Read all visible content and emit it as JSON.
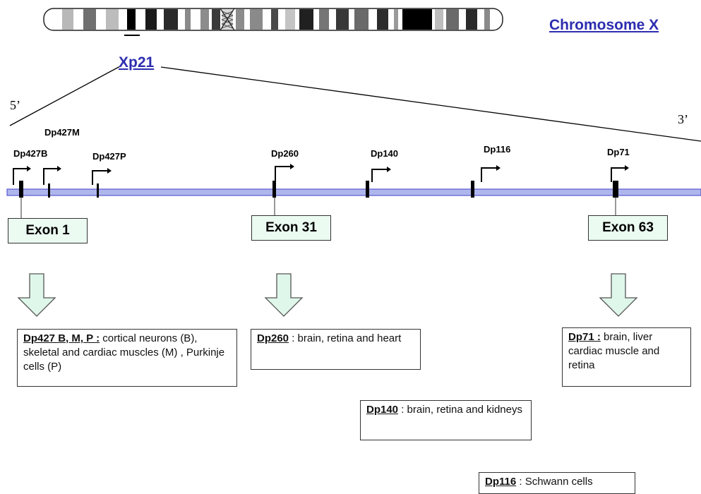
{
  "chromosome": {
    "title": "Chromosome X",
    "band": "Xp21"
  },
  "gene_ends": {
    "five_prime": "5’",
    "three_prime": "3’"
  },
  "promoters": [
    "Dp427M",
    "Dp427B",
    "Dp427P",
    "Dp260",
    "Dp140",
    "Dp116",
    "Dp71"
  ],
  "exons": [
    "Exon 1",
    "Exon 31",
    "Exon 63"
  ],
  "isoform_descriptions": [
    {
      "isoform": "Dp427 B, M, P :",
      "text": " cortical neurons (B), skeletal and cardiac muscles (M) , Purkinje cells (P)"
    },
    {
      "isoform": "Dp260",
      "text": " : brain, retina and heart"
    },
    {
      "isoform": "Dp71 :",
      "text": " brain, liver cardiac muscle and retina"
    },
    {
      "isoform": "Dp140",
      "text": " : brain, retina and kidneys"
    },
    {
      "isoform": "Dp116",
      "text": " : Schwann cells"
    }
  ],
  "colors": {
    "title_blue": "#2d2db0",
    "gene_line": "#aeb6ec",
    "exon_fill": "#ebfbf2",
    "arrow_fill": "#dff7ea",
    "arrow_stroke": "#555555"
  }
}
